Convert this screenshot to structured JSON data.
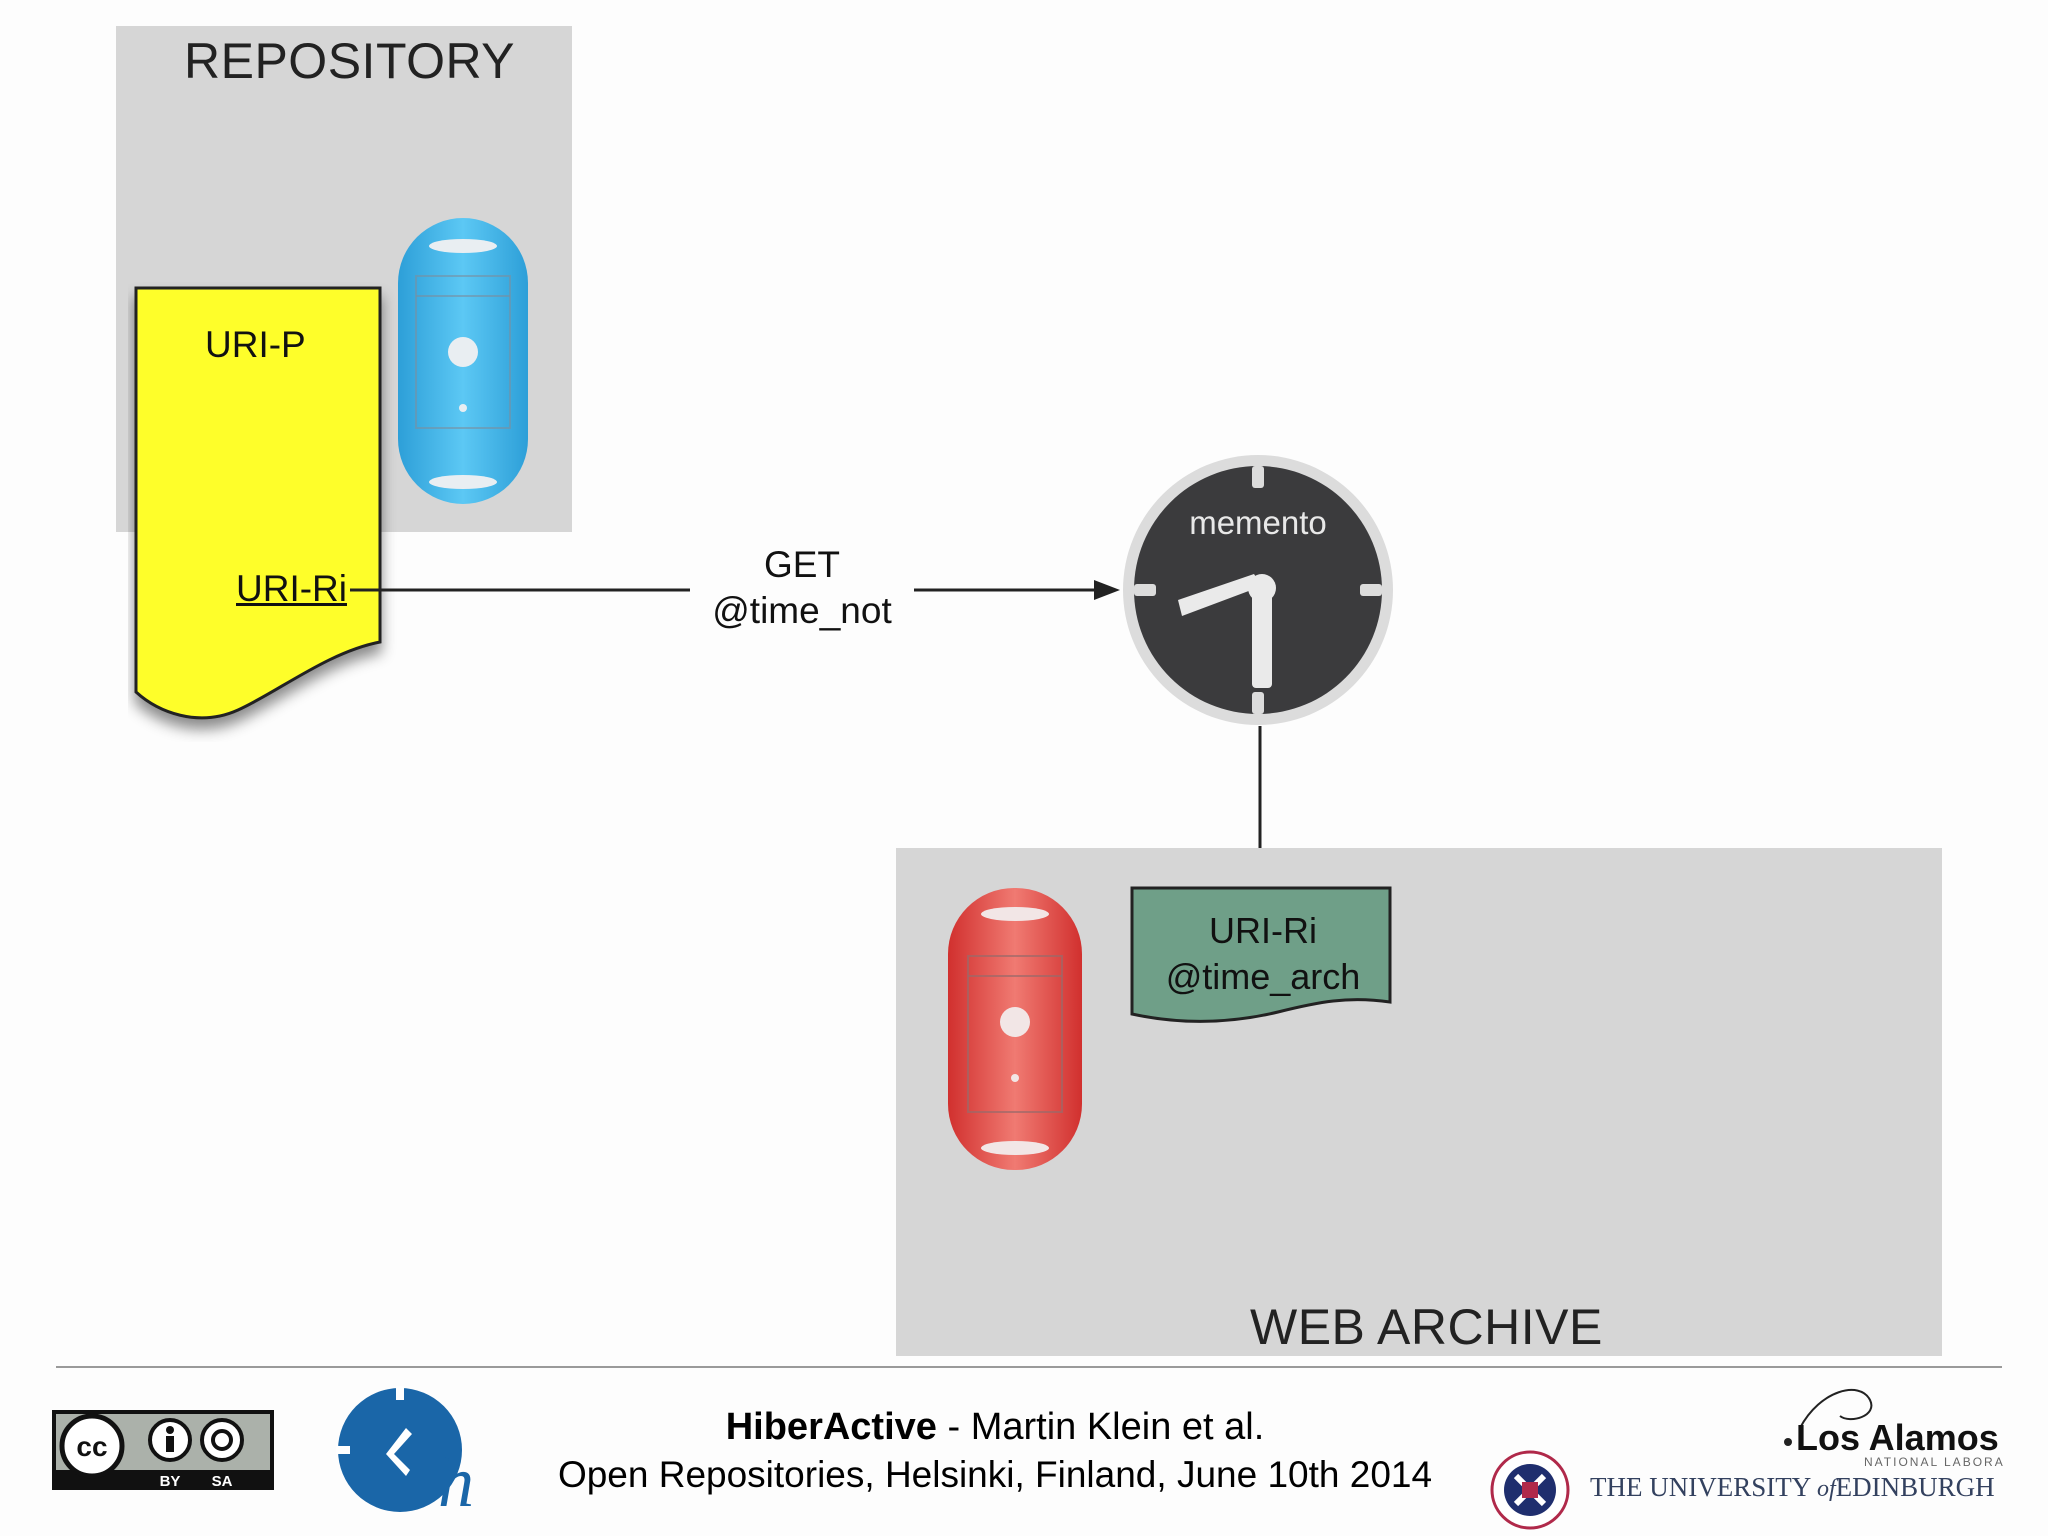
{
  "repository": {
    "title": "REPOSITORY",
    "doc_top": "URI-P",
    "doc_bottom": "URI-Ri"
  },
  "request": {
    "method": "GET",
    "param": "@time_not"
  },
  "memento": {
    "label": "memento"
  },
  "archive": {
    "title": "WEB ARCHIVE",
    "doc_line1": "URI-Ri",
    "doc_line2": "@time_arch"
  },
  "footer": {
    "project": "HiberActive",
    "authors": " - Martin Klein et al.",
    "venue": "Open Repositories,  Helsinki, Finland, June 10th 2014",
    "cc_by": "BY",
    "cc_sa": "SA",
    "cc_mark": "cc",
    "lanl_name": "Los Alamos",
    "lanl_sub": "NATIONAL LABORATORY",
    "uoe_name": "THE UNIVERSITY of EDINBURGH",
    "uoe_prefix": "THE UNIVERSITY ",
    "uoe_of": "of",
    "uoe_suffix": "EDINBURGH",
    "hiber_letter": "h"
  },
  "colors": {
    "panel": "#d6d6d6",
    "doc_yellow": "#fefe2a",
    "server_blue": "#3fb4e8",
    "server_red": "#e2403d",
    "archive_doc": "#6f9f88",
    "clock_face": "#3b3b3d"
  }
}
